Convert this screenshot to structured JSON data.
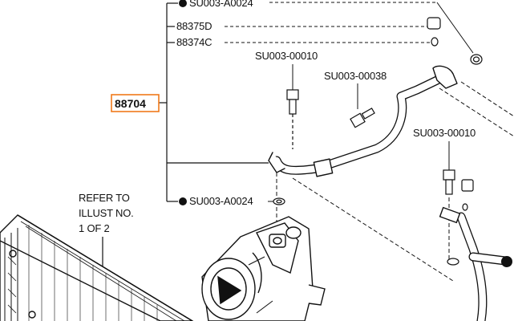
{
  "parts": {
    "main_part": "88704",
    "p_su003_a0024_top": "SU003-A0024",
    "p_88375d": "88375D",
    "p_88374c": "88374C",
    "p_su003_00010_a": "SU003-00010",
    "p_su003_00038": "SU003-00038",
    "p_su003_00010_b": "SU003-00010",
    "p_su003_a0024_bottom": "SU003-A0024"
  },
  "refer_note": {
    "line1": "REFER TO",
    "line2": "ILLUST NO.",
    "line3": "1 OF 2"
  },
  "colors": {
    "highlight": "#f07a1a",
    "ink": "#111111"
  }
}
